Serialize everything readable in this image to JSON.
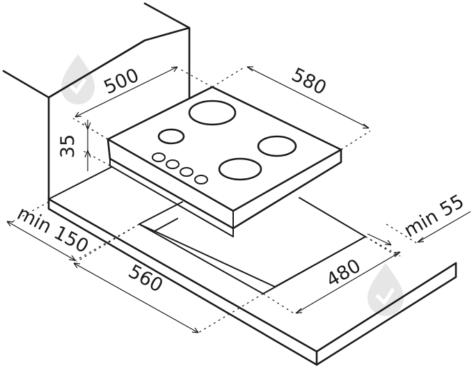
{
  "dimensions": {
    "hob_depth": "500",
    "hob_width": "580",
    "hob_height": "35",
    "cutout_width": "560",
    "cutout_depth": "480",
    "min_front": "min 150",
    "min_back": "min 55"
  },
  "colors": {
    "line": "#1a1a1a",
    "background": "#ffffff",
    "watermark": "#e6e6e6"
  },
  "icons": [
    "watermark-drop-icon"
  ]
}
